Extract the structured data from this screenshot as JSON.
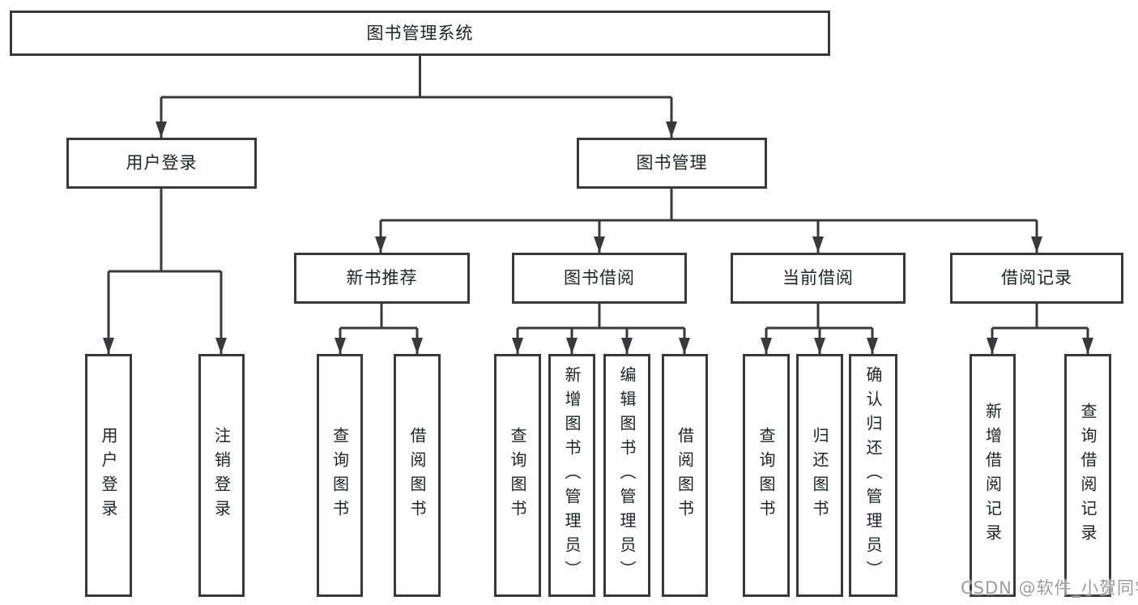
{
  "diagram_title": "图书管理系统",
  "watermark": "CSDN @软件_小贺同学",
  "colors": {
    "line": "#39393b",
    "box_border": "#39393b",
    "text": "#222324",
    "watermark": "#9c9c9c",
    "background": "#ffffff"
  },
  "nodes": {
    "root": {
      "label": "图书管理系统"
    },
    "user_login_group": {
      "label": "用户登录"
    },
    "book_mgmt": {
      "label": "图书管理"
    },
    "user_login": {
      "label": "用户登录"
    },
    "logout": {
      "label": "注销登录"
    },
    "new_book_rec": {
      "label": "新书推荐"
    },
    "book_borrow": {
      "label": "图书借阅"
    },
    "current_borrow": {
      "label": "当前借阅"
    },
    "borrow_records": {
      "label": "借阅记录"
    },
    "nbr_query_books": {
      "label": "查询图书"
    },
    "nbr_borrow_books": {
      "label": "借阅图书"
    },
    "bb_query_books": {
      "label": "查询图书"
    },
    "bb_add_books": {
      "label": "新增图书（管理员）"
    },
    "bb_edit_books": {
      "label": "编辑图书（管理员）"
    },
    "bb_borrow_books": {
      "label": "借阅图书"
    },
    "cb_query_books": {
      "label": "查询图书"
    },
    "cb_return_books": {
      "label": "归还图书"
    },
    "cb_confirm_return": {
      "label": "确认归还（管理员）"
    },
    "br_add_record": {
      "label": "新增借阅记录"
    },
    "br_query_record": {
      "label": "查询借阅记录"
    }
  }
}
